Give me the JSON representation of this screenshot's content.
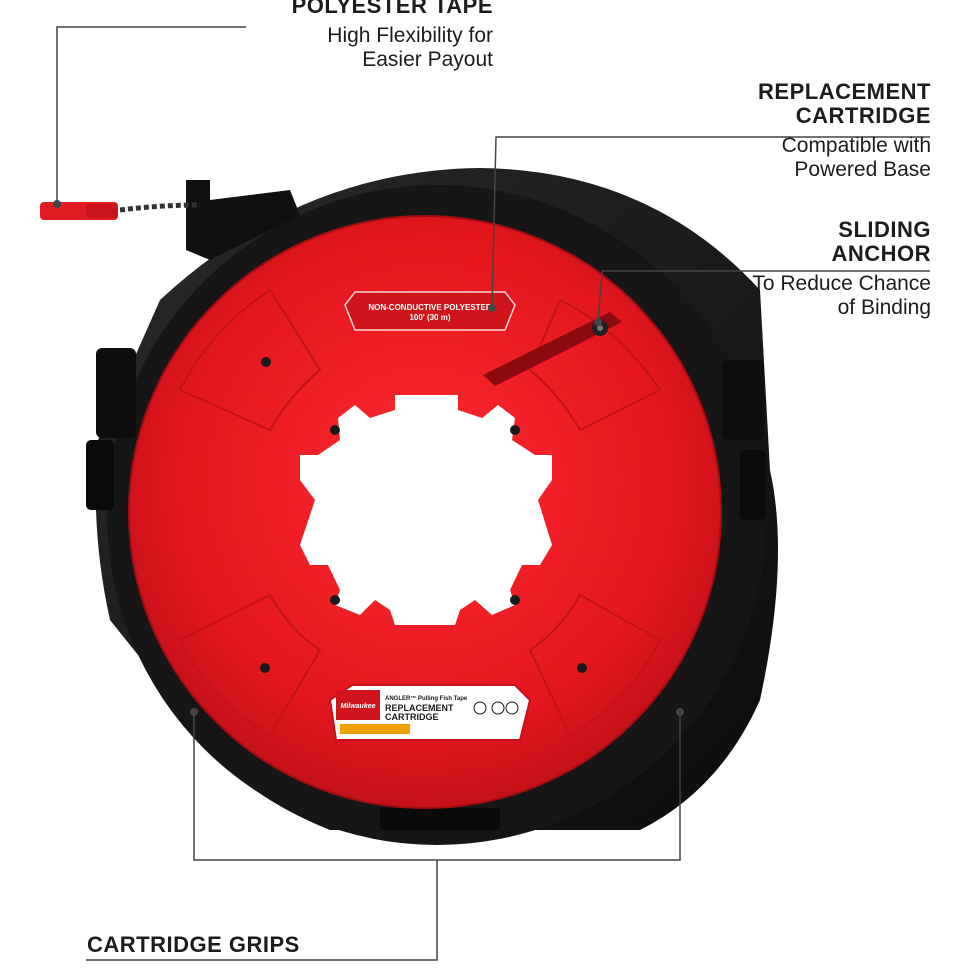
{
  "callouts": {
    "tape": {
      "title": "POLYESTER TAPE",
      "line1": "High Flexibility for",
      "line2": "Easier Payout"
    },
    "cartridge": {
      "title1": "REPLACEMENT",
      "title2": "CARTRIDGE",
      "line1": "Compatible with",
      "line2": "Powered Base"
    },
    "anchor": {
      "title1": "SLIDING",
      "title2": "ANCHOR",
      "line1": "To Reduce Chance",
      "line2": "of Binding"
    },
    "grips": {
      "title": "CARTRIDGE GRIPS"
    }
  },
  "product": {
    "top_label": {
      "line1": "NON-CONDUCTIVE POLYESTER",
      "line2": "100' (30 m)"
    },
    "bottom_label": {
      "brand": "Milwaukee",
      "line1": "ANGLER™ Pulling Fish Tape",
      "line2": "REPLACEMENT",
      "line3": "CARTRIDGE"
    }
  },
  "colors": {
    "shell": "#151515",
    "cartridge_red": "#e0161e",
    "handle_red": "#e01b22",
    "leader_line": "#444444"
  }
}
